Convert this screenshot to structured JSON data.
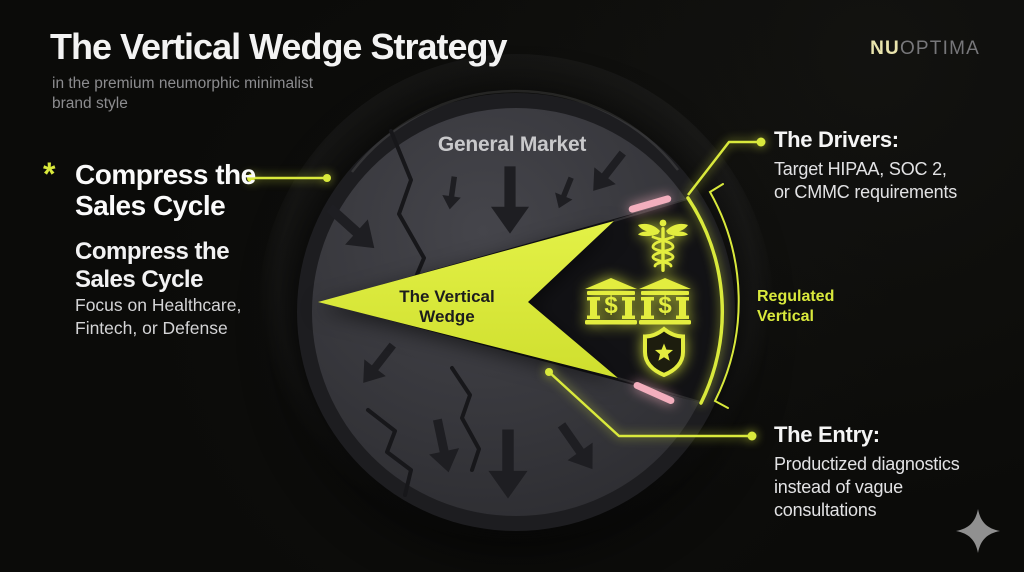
{
  "header": {
    "title": "The Vertical Wedge Strategy",
    "subtitle": "in the premium neumorphic minimalist\nbrand style"
  },
  "brand": {
    "logo_primary": "NU",
    "logo_secondary": "OPTIMA",
    "sparkle_icon": "four-point-sparkle"
  },
  "left_callout": {
    "bullet_glyph": "*",
    "headline": "Compress the\nSales Cycle",
    "subheadline": "Compress the\nSales Cycle",
    "description": "Focus on Healthcare,\nFintech, or Defense"
  },
  "diagram": {
    "general_market_label": "General Market",
    "wedge_label": "The Vertical\nWedge",
    "regulated_vertical_label": "Regulated\nVertical",
    "bank_symbol": "$",
    "icons": [
      "caduceus-icon",
      "bank-dollar-icon",
      "bank-dollar-icon",
      "shield-star-icon"
    ]
  },
  "callouts": {
    "drivers_title": "The Drivers:",
    "drivers_body": "Target HIPAA, SOC 2,\nor CMMC requirements",
    "entry_title": "The Entry:",
    "entry_body": "Productized diagnostics\ninstead of vague\nconsultations"
  },
  "colors": {
    "accent": "#d9e93c",
    "icon-yellow": "#e3ed3f",
    "pink": "#f3aebd",
    "bg": "#0b0b09",
    "circle-fill": "#38383d",
    "circle-rim": "#1d1d20",
    "sector-fill": "#121215",
    "arrow-fill": "#1e1e22",
    "logo-cream": "#e9e4ad",
    "wedge-top": "#e3f147",
    "wedge-bottom": "#cfdf2e"
  }
}
